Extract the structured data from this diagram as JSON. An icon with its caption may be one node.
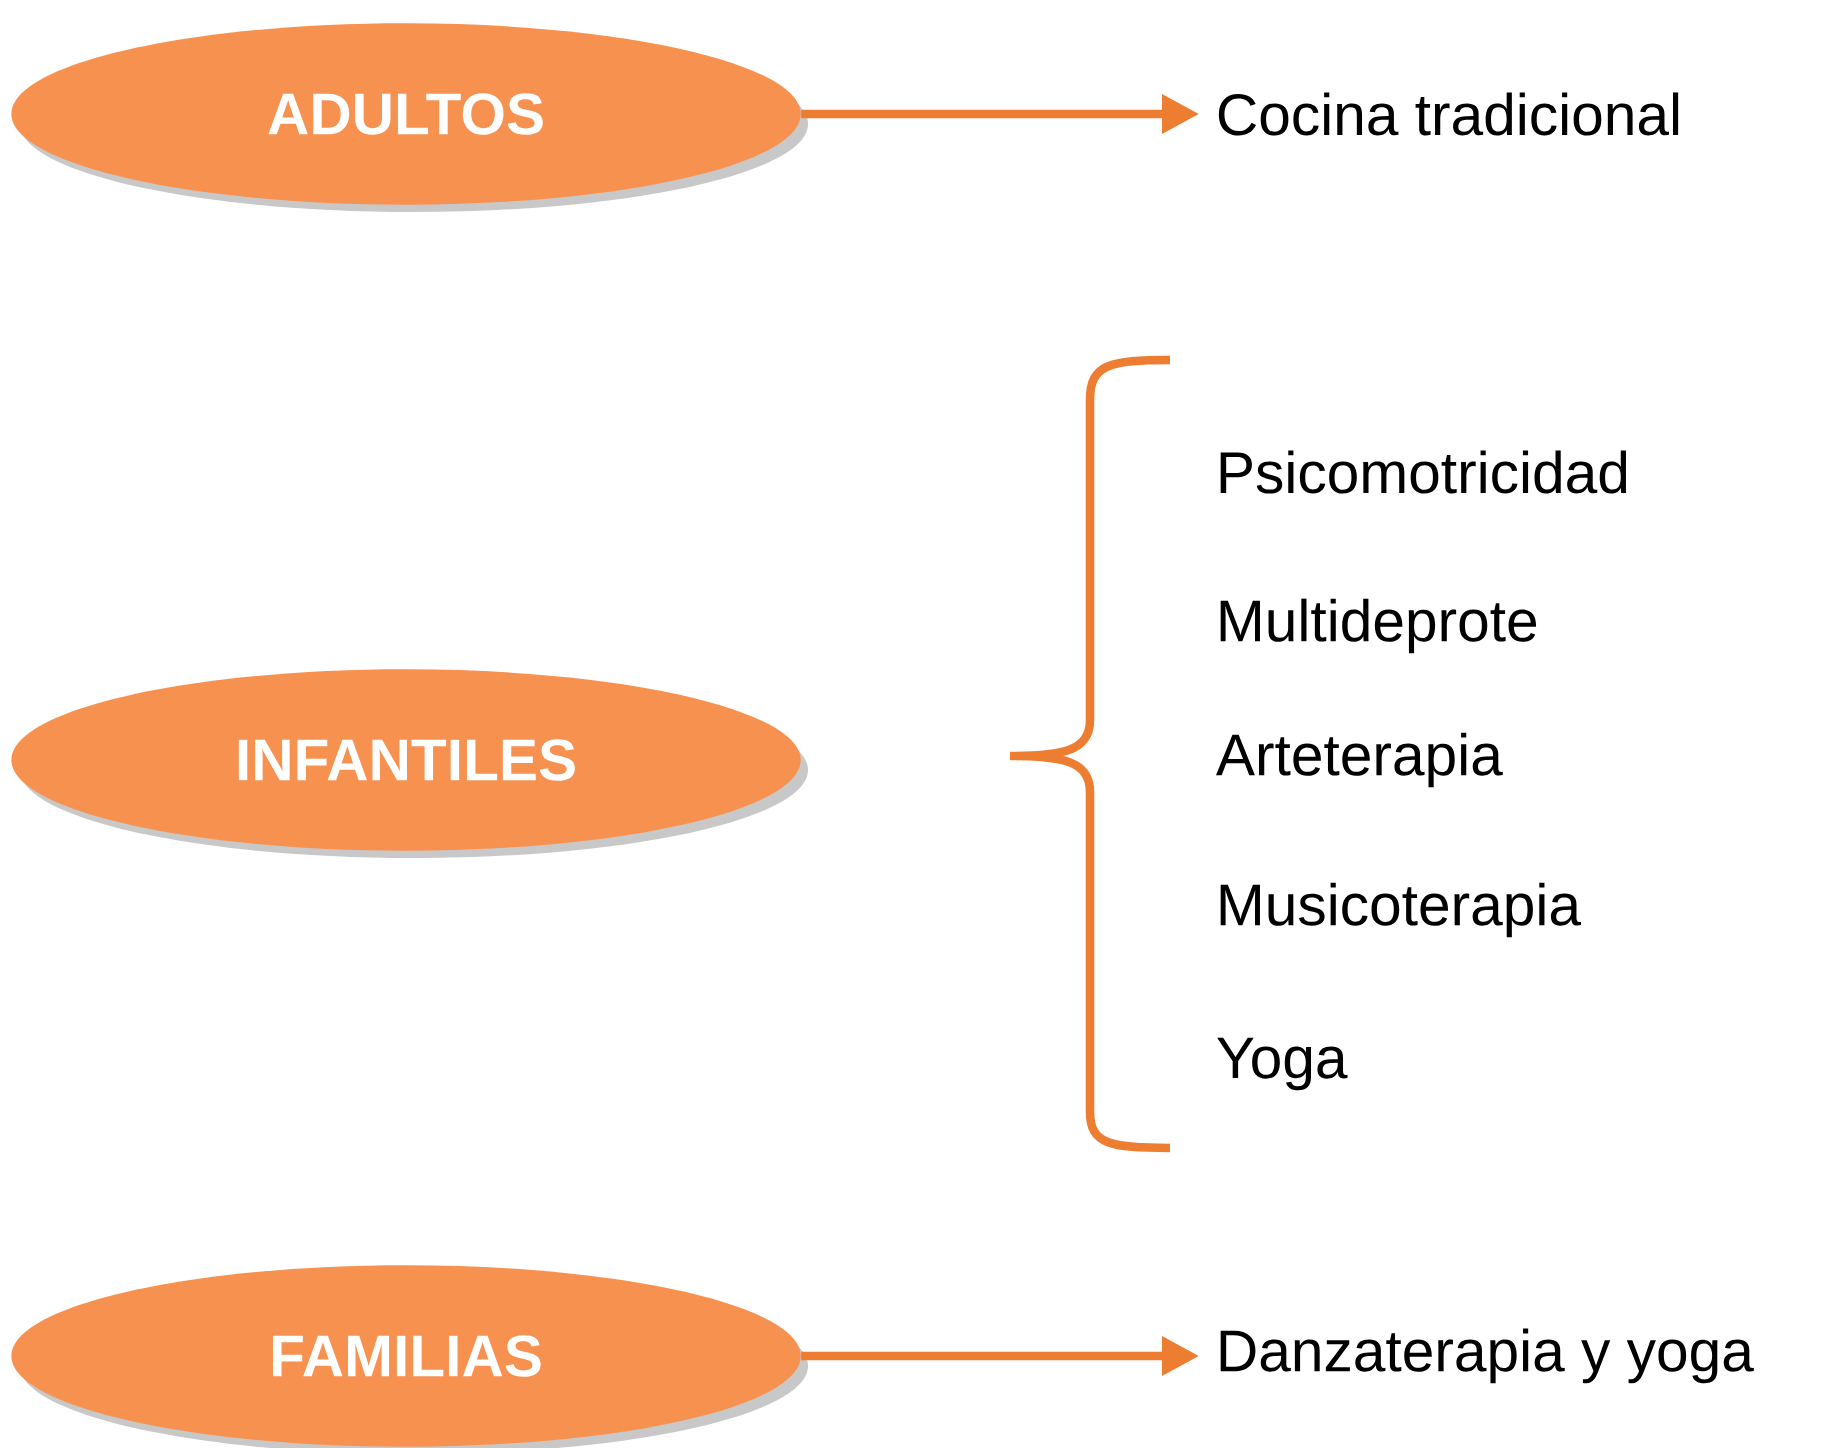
{
  "diagram": {
    "nodes": [
      {
        "text": [
          "ADULTOS"
        ]
      },
      {
        "text": [
          "Cocina tradicional"
        ]
      },
      {
        "text": [
          "INFANTILES"
        ]
      },
      {
        "text": [
          "FAMILIAS"
        ]
      },
      {
        "text": [
          "Danzaterapia y yoga"
        ]
      }
    ],
    "edges": [
      {
        "from": 0,
        "to": 1,
        "arrow": "to"
      },
      {
        "from": 3,
        "to": 4,
        "arrow": "to"
      }
    ],
    "labels": [
      "Psicomotricidad",
      "Multideprote",
      "Arteterapia",
      "Musicoterapia",
      "Yoga"
    ]
  }
}
